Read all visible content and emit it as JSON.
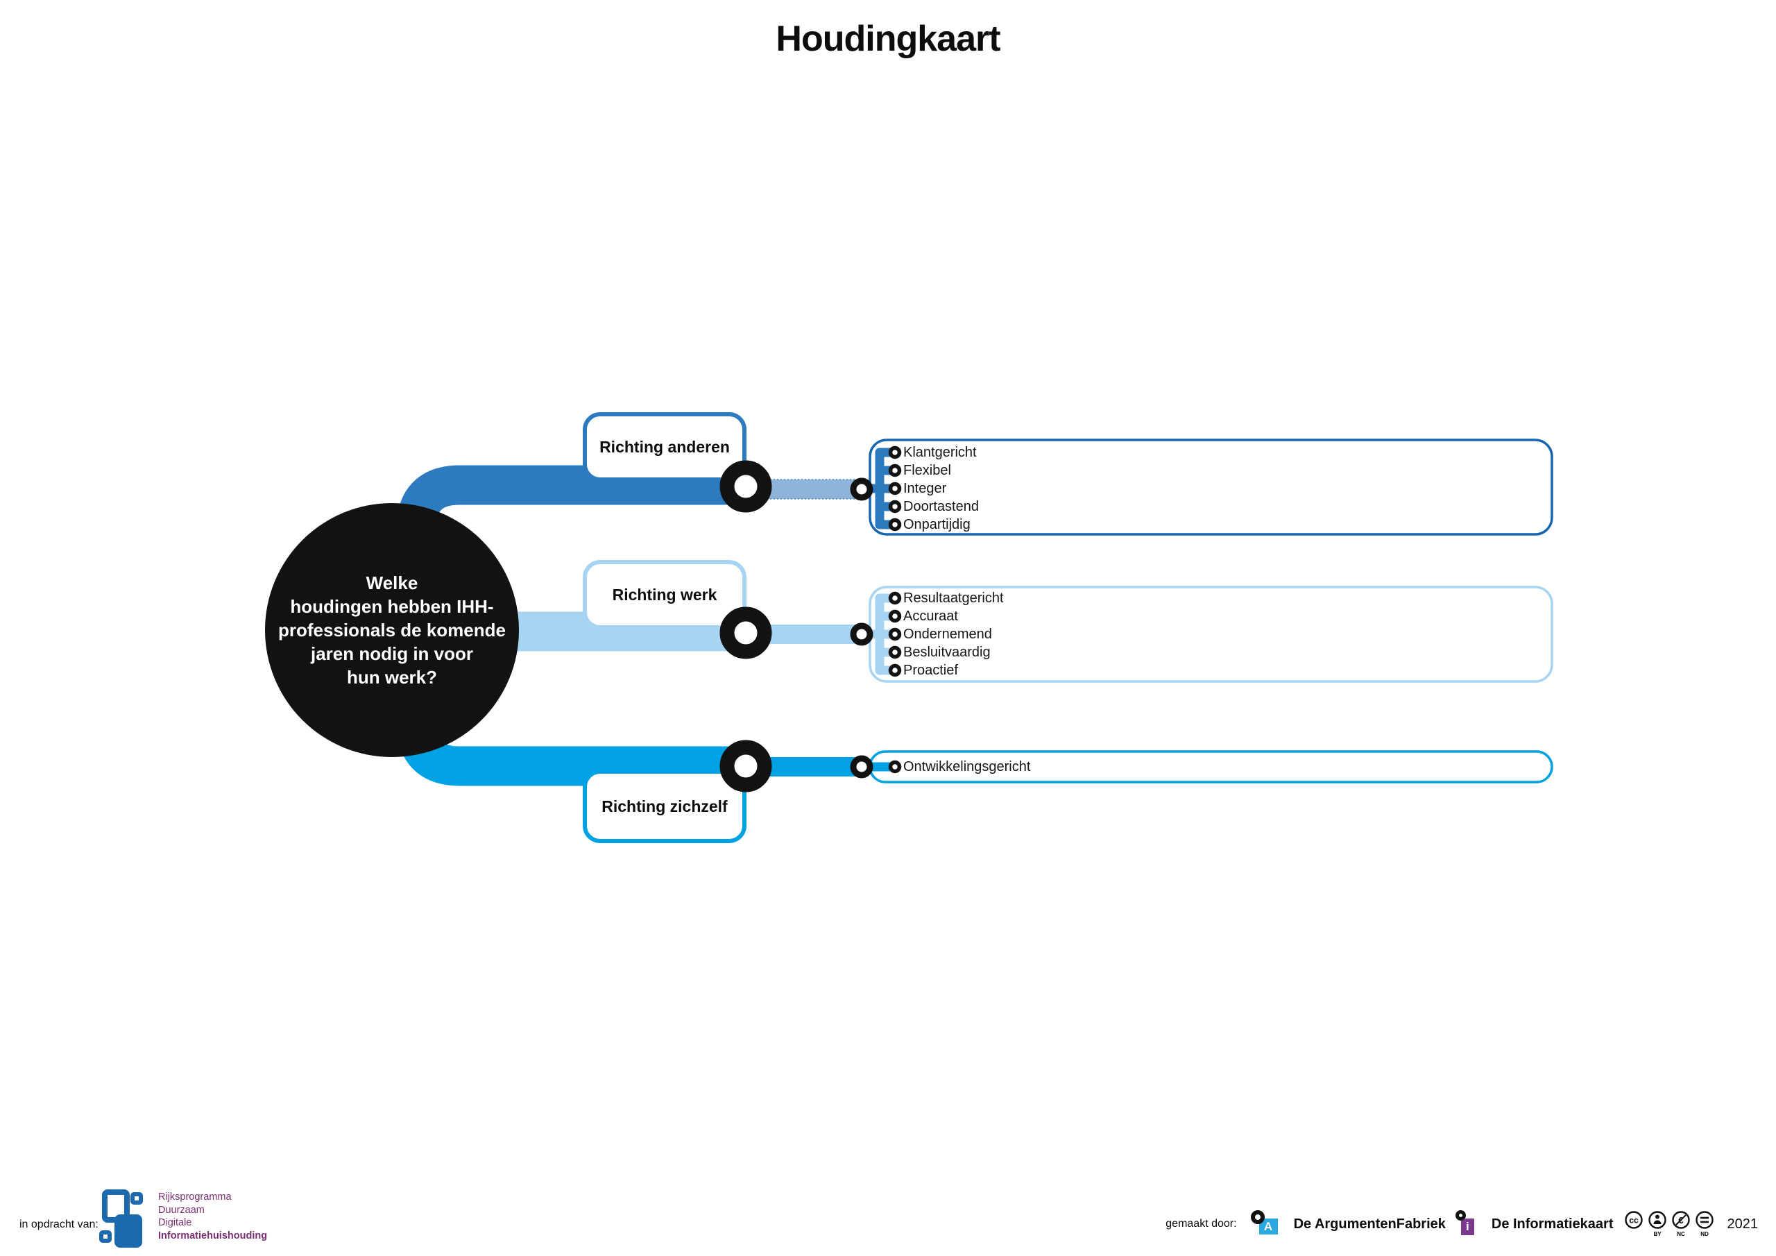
{
  "title": "Houdingkaart",
  "question": {
    "lines": [
      "Welke",
      "houdingen hebben IHH-",
      "professionals de komende",
      "jaren nodig in voor",
      "hun werk?"
    ]
  },
  "branches": [
    {
      "label": "Richting anderen",
      "items": [
        {
          "label": "Klantgericht"
        },
        {
          "label": "Flexibel"
        },
        {
          "label": "Integer"
        },
        {
          "label": "Doortastend"
        },
        {
          "label": "Onpartijdig"
        }
      ]
    },
    {
      "label": "Richting werk",
      "items": [
        {
          "label": "Resultaatgericht"
        },
        {
          "label": "Accuraat"
        },
        {
          "label": "Ondernemend"
        },
        {
          "label": "Besluitvaardig"
        },
        {
          "label": "Proactief"
        }
      ]
    },
    {
      "label": "Richting zichzelf",
      "items": [
        {
          "label": "Ontwikkelingsgericht"
        }
      ]
    }
  ],
  "footer": {
    "left": {
      "label": "in opdracht van:",
      "org_lines": [
        "Rijksprogramma",
        "Duurzaam",
        "Digitale",
        "Informatiehuishouding"
      ]
    },
    "right": {
      "label": "gemaakt door:",
      "credits": [
        {
          "name": "De ArgumentenFabriek",
          "logo_letter": "A"
        },
        {
          "name": "De Informatiekaart",
          "logo_letter": "i"
        }
      ],
      "license": {
        "cc_glyph": "cc",
        "labels": [
          "BY",
          "NC",
          "ND"
        ]
      },
      "year": "2021"
    }
  },
  "colors": {
    "black": "#121212",
    "branch_anderen": "#2e7abf",
    "branch_anderen_box": "#1565b0",
    "branch_anderen_connector": "#8fb4da",
    "branch_anderen_connector_edge": "#4a86c2",
    "branch_werk": "#a6d4f2",
    "branch_zichzelf": "#00a2e3",
    "white": "#ffffff",
    "rddi_blue": "#1c69b0",
    "rddi_purple": "#7b2e72",
    "af_blue": "#29a9e0",
    "ik_purple": "#7c3a8d"
  }
}
